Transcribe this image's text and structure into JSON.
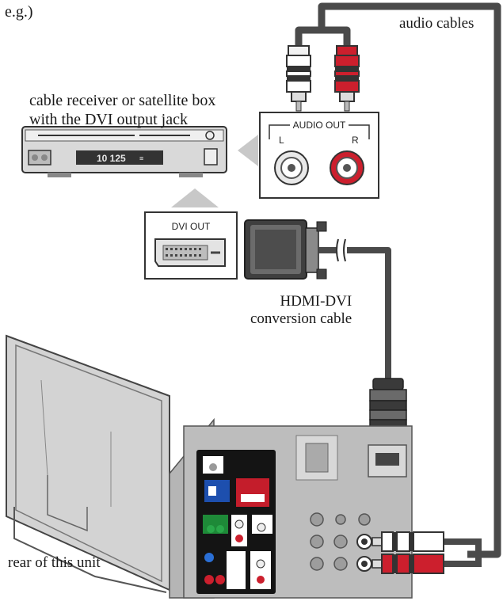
{
  "example_label": "e.g.)",
  "audio_cables_label": "audio cables",
  "source_device": {
    "label_line1": "cable receiver or satellite box",
    "label_line2": "with the DVI output jack",
    "display_text": "10 125"
  },
  "audio_out_panel": {
    "title": "AUDIO OUT",
    "left_label": "L",
    "right_label": "R"
  },
  "dvi_out_panel": {
    "title": "DVI OUT"
  },
  "hdmi_dvi_cable": {
    "label_line1": "HDMI-DVI",
    "label_line2": "conversion cable"
  },
  "tv": {
    "label": "rear of this unit"
  },
  "colors": {
    "cable": "#4a4a4a",
    "red_plug": "#cc1f2d",
    "white_plug": "#f2f2f2",
    "panel_gray": "#9a9a9a",
    "body_gray": "#c8c8c8"
  }
}
